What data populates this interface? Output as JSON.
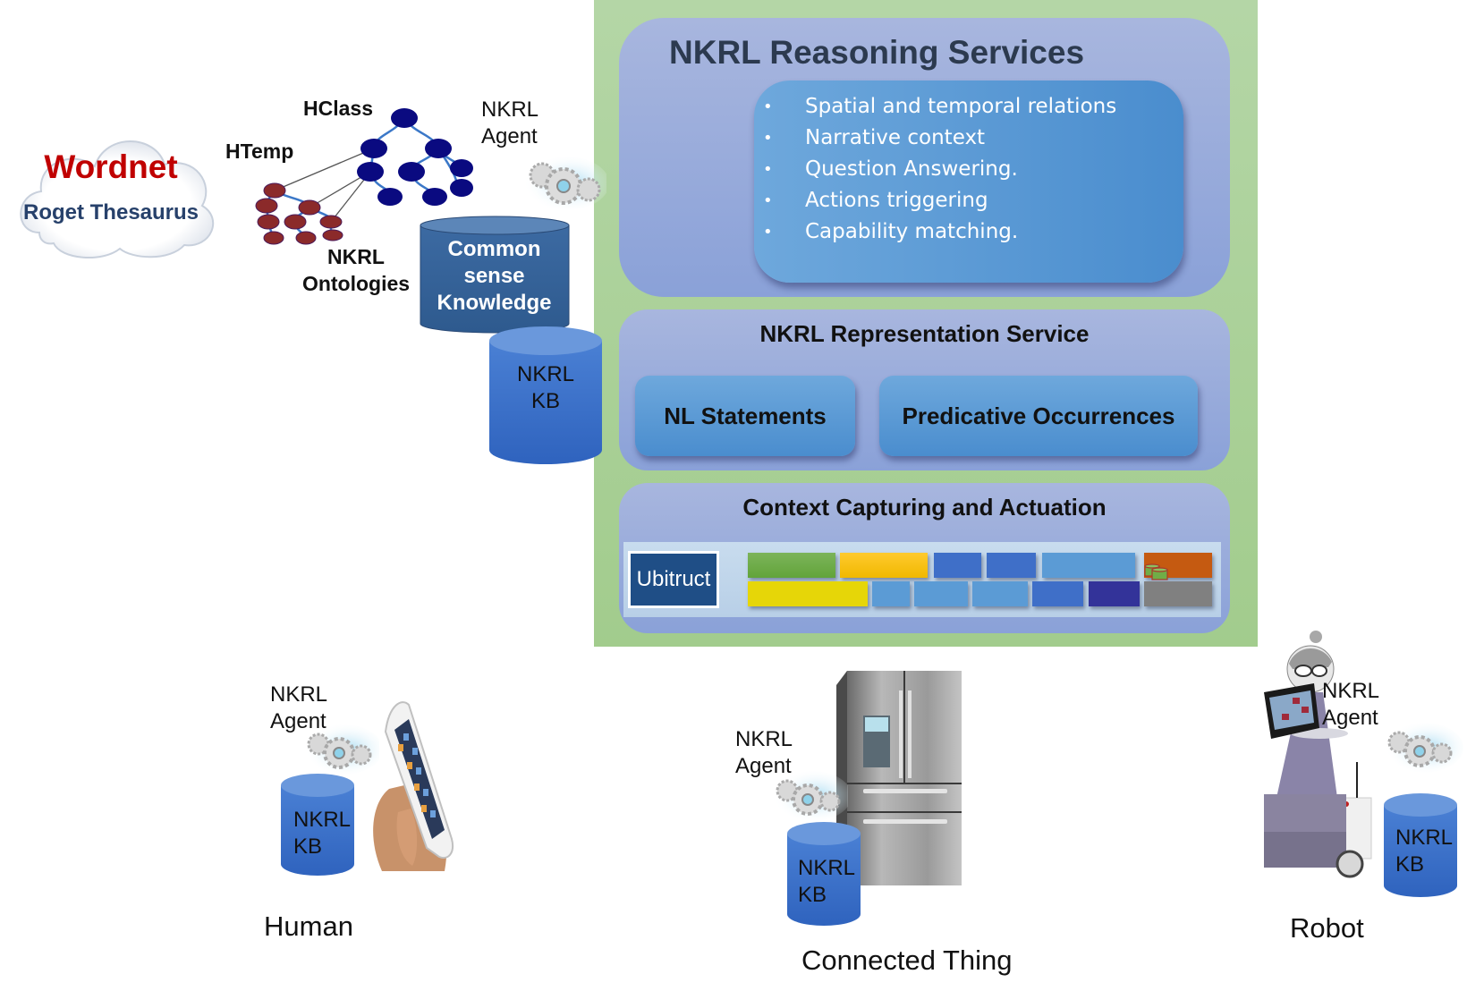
{
  "reasoning_services": {
    "title": "NKRL Reasoning Services",
    "items": [
      "Spatial and temporal relations",
      "Narrative context",
      "Question Answering.",
      "Actions triggering",
      "Capability matching."
    ],
    "bullet": "•"
  },
  "representation_service": {
    "title": "NKRL Representation Service",
    "boxes": [
      "NL Statements",
      "Predicative Occurrences"
    ]
  },
  "context_capturing": {
    "title": "Context Capturing and Actuation",
    "ubitruct_label": "Ubitruct",
    "block_colors": {
      "green": "#70ad47",
      "amber": "#ffc000",
      "yellow": "#e6d608",
      "mid_blue": "#4472c4",
      "light_blue": "#5b9bd5",
      "navy": "#333399",
      "orange": "#c55a11",
      "gray": "#808080"
    }
  },
  "knowledge_sources": {
    "wordnet": "Wordnet",
    "roget": "Roget Thesaurus",
    "hclass": "HClass",
    "htemp": "HTemp",
    "ontologies": [
      "NKRL",
      "Ontologies"
    ],
    "common_sense": [
      "Common",
      "sense",
      "Knowledge"
    ],
    "central_kb": [
      "NKRL",
      "KB"
    ],
    "central_agent": [
      "NKRL",
      "Agent"
    ]
  },
  "entities": {
    "human": {
      "caption": "Human",
      "agent": [
        "NKRL",
        "Agent"
      ],
      "kb": [
        "NKRL",
        "KB"
      ]
    },
    "thing": {
      "caption": "Connected Thing",
      "agent": [
        "NKRL",
        "Agent"
      ],
      "kb": [
        "NKRL",
        "KB"
      ]
    },
    "robot": {
      "caption": "Robot",
      "agent": [
        "NKRL",
        "Agent"
      ],
      "kb": [
        "NKRL",
        "KB"
      ]
    }
  },
  "colors": {
    "green_panel": "#a8d096",
    "lavender_panel": "#9aabdb",
    "service_blue": "#5b9bd5",
    "kb_blue": "#3a6fc8",
    "common_sense_blue": "#345e91",
    "wordnet_red": "#c00000",
    "roget_navy": "#27416b",
    "hclass_node": "#0a0a80",
    "htemp_node": "#8b2a2a"
  }
}
